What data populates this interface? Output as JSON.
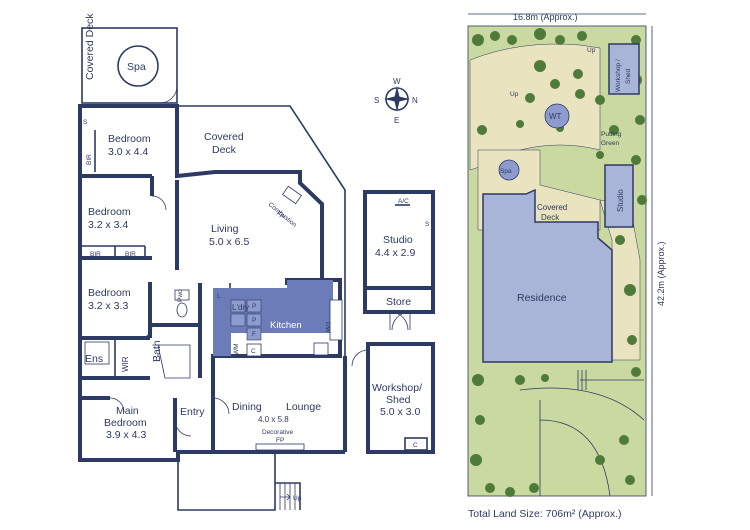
{
  "floorplan": {
    "rooms": {
      "covered_deck_top": "Covered Deck",
      "spa": "Spa",
      "covered_deck_main": [
        "Covered",
        "Deck"
      ],
      "bedroom1": [
        "Bedroom",
        "3.0 x 4.4"
      ],
      "bedroom2": [
        "Bedroom",
        "3.2 x 3.4"
      ],
      "bedroom3": [
        "Bedroom",
        "3.2 x 3.3"
      ],
      "living": [
        "Living",
        "5.0 x 6.5"
      ],
      "kitchen": "Kitchen",
      "laundry": "L'dry",
      "dining": "Dining",
      "lounge": "Lounge",
      "dining_lounge_size": "4.0 x 5.8",
      "main_bedroom": [
        "Main",
        "Bedroom",
        "3.9 x 4.3"
      ],
      "entry": "Entry",
      "ens": "Ens",
      "bath": "Bath",
      "wir": "WIR",
      "studio": [
        "Studio",
        "4.4 x 2.9"
      ],
      "store": "Store",
      "workshop": [
        "Workshop/",
        "Shed",
        "5.0 x 3.0"
      ]
    },
    "fixtures": {
      "s": "S",
      "bir": "BIR",
      "pwd": "Pwd",
      "l": "L",
      "p": "P",
      "f": "F",
      "dw": "DW",
      "wm": "WM",
      "c": "C",
      "ac": "A/C",
      "combustion_fp": [
        "Combustion",
        "FP"
      ],
      "decorative_fp": [
        "Decorative",
        "FP"
      ],
      "up": "Up"
    }
  },
  "compass": {
    "w": "W",
    "s": "S",
    "n": "N",
    "e": "E"
  },
  "siteplan": {
    "width_label": "16.8m (Approx.)",
    "depth_label": "42.2m (Approx.)",
    "residence": "Residence",
    "covered_deck": [
      "Covered",
      "Deck"
    ],
    "spa": "Spa",
    "wt": "WT",
    "putting_green": [
      "Putting",
      "Green"
    ],
    "studio": "Studio",
    "workshop_shed": [
      "Workshop /",
      "Shed"
    ],
    "up1": "Up",
    "up2": "Up",
    "total_land": "Total Land Size: 706m² (Approx.)"
  },
  "colors": {
    "wall": "#2d3a63",
    "kitchen_fill": "#6b7cb8",
    "residence_fill": "#a9b5d8",
    "lawn": "#c9d9a0",
    "path": "#e9e3bf",
    "tree": "#4e7a3a"
  }
}
